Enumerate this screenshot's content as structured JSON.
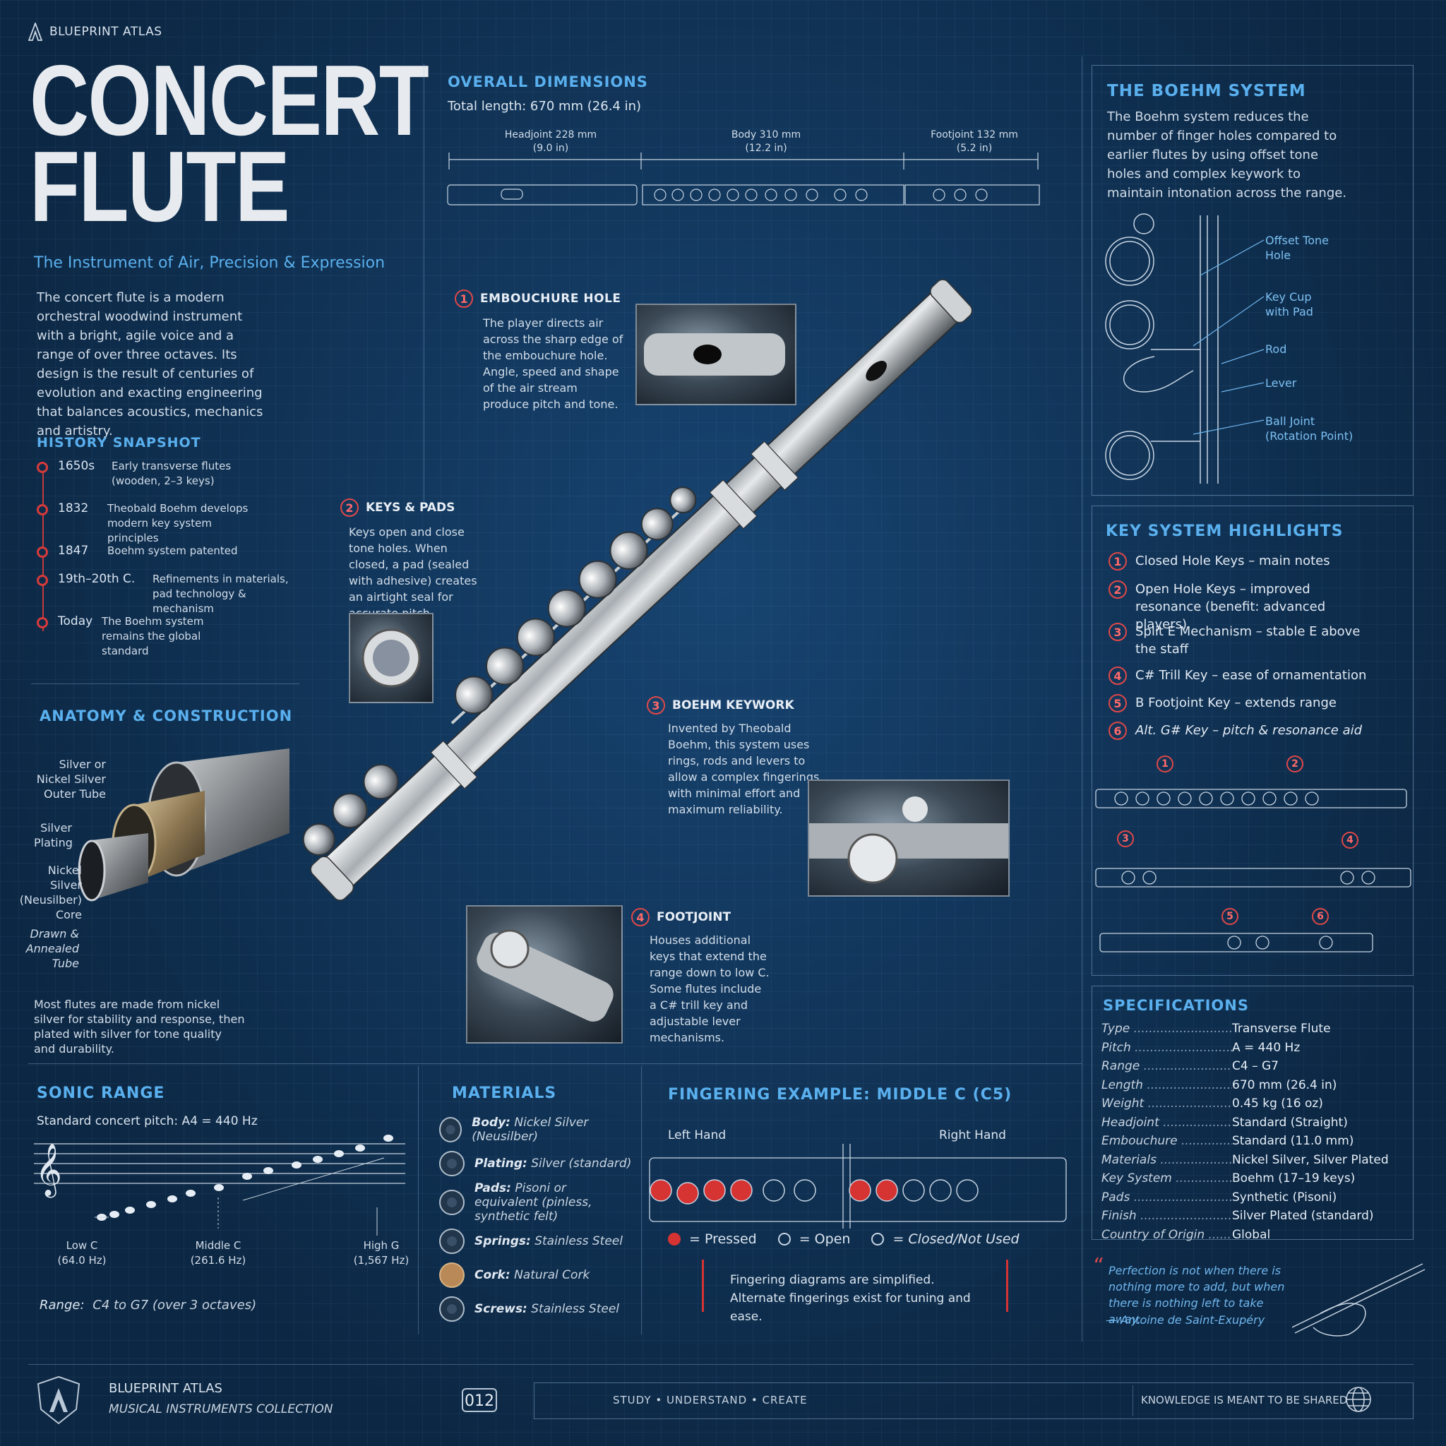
{
  "brand": "BLUEPRINT ATLAS",
  "title_line1": "CONCERT",
  "title_line2": "FLUTE",
  "subtitle": "The Instrument of Air, Precision & Expression",
  "intro": "The concert flute is a modern orchestral woodwind instrument with a bright, agile voice and a range of over three octaves. Its design is the result of centuries of evolution and exacting engineering that balances acoustics, mechanics and artistry.",
  "history": {
    "heading": "HISTORY SNAPSHOT",
    "items": [
      {
        "year": "1650s",
        "text": "Early transverse flutes (wooden, 2–3 keys)"
      },
      {
        "year": "1832",
        "text": "Theobald Boehm develops modern key system principles"
      },
      {
        "year": "1847",
        "text": "Boehm system patented"
      },
      {
        "year": "19th–20th C.",
        "text": "Refinements in materials, pad technology & mechanism"
      },
      {
        "year": "Today",
        "text": "The Boehm system remains the global standard"
      }
    ]
  },
  "anatomy": {
    "heading": "ANATOMY & CONSTRUCTION",
    "labels": [
      "Silver or Nickel Silver Outer Tube",
      "Silver Plating",
      "Nickel Silver (Neusilber) Core",
      "Drawn & Annealed Tube"
    ],
    "note": "Most flutes are made from nickel silver for stability and response, then plated with silver for tone quality and durability."
  },
  "dimensions": {
    "heading": "OVERALL DIMENSIONS",
    "total": "Total length: 670 mm (26.4 in)",
    "parts": [
      {
        "name": "Headjoint",
        "mm": "228 mm",
        "in": "(9.0 in)"
      },
      {
        "name": "Body",
        "mm": "310 mm",
        "in": "(12.2 in)"
      },
      {
        "name": "Footjoint",
        "mm": "132 mm",
        "in": "(5.2 in)"
      }
    ]
  },
  "callouts": [
    {
      "num": "1",
      "title": "EMBOUCHURE HOLE",
      "text": "The player directs air across the sharp edge of the embouchure hole. Angle, speed and shape of the air stream produce pitch and tone."
    },
    {
      "num": "2",
      "title": "KEYS & PADS",
      "text": "Keys open and close tone holes. When closed, a pad (sealed with adhesive) creates an airtight seal for accurate pitch."
    },
    {
      "num": "3",
      "title": "BOEHM KEYWORK",
      "text": "Invented by Theobald Boehm, this system uses rings, rods and levers to allow a complex fingerings with minimal effort and maximum reliability."
    },
    {
      "num": "4",
      "title": "FOOTJOINT",
      "text": "Houses additional keys that extend the range down to low C. Some flutes include a C# trill key and adjustable lever mechanisms."
    }
  ],
  "boehm": {
    "heading": "THE BOEHM SYSTEM",
    "text": "The Boehm system reduces the number of finger holes compared to earlier flutes by using offset tone holes and complex keywork to maintain intonation across the range.",
    "labels": [
      "Offset Tone Hole",
      "Key Cup with Pad",
      "Rod",
      "Lever",
      "Ball Joint (Rotation Point)"
    ]
  },
  "key_system": {
    "heading": "KEY SYSTEM HIGHLIGHTS",
    "items": [
      {
        "num": "1",
        "text": "Closed Hole Keys – main notes"
      },
      {
        "num": "2",
        "text": "Open Hole Keys – improved resonance (benefit: advanced players)"
      },
      {
        "num": "3",
        "text": "Split E Mechanism – stable E above the staff"
      },
      {
        "num": "4",
        "text": "C# Trill Key – ease of ornamentation"
      },
      {
        "num": "5",
        "text": "B Footjoint Key – extends range"
      },
      {
        "num": "6",
        "text": "Alt. G# Key – pitch & resonance aid"
      }
    ]
  },
  "specs": {
    "heading": "SPECIFICATIONS",
    "rows": [
      {
        "k": "Type",
        "v": "Transverse Flute"
      },
      {
        "k": "Pitch",
        "v": "A = 440 Hz"
      },
      {
        "k": "Range",
        "v": "C4 – G7"
      },
      {
        "k": "Length",
        "v": "670 mm (26.4 in)"
      },
      {
        "k": "Weight",
        "v": "0.45 kg (16 oz)"
      },
      {
        "k": "Headjoint",
        "v": "Standard (Straight)"
      },
      {
        "k": "Embouchure",
        "v": "Standard (11.0 mm)"
      },
      {
        "k": "Materials",
        "v": "Nickel Silver, Silver Plated"
      },
      {
        "k": "Key System",
        "v": "Boehm (17–19 keys)"
      },
      {
        "k": "Pads",
        "v": "Synthetic (Pisoni)"
      },
      {
        "k": "Finish",
        "v": "Silver Plated (standard)"
      },
      {
        "k": "Country of Origin",
        "v": "Global"
      }
    ]
  },
  "quote": {
    "text": "Perfection is not when there is nothing more to add, but when there is nothing left to take away.",
    "author": "— Antoine de Saint-Exupéry"
  },
  "sonic": {
    "heading": "SONIC RANGE",
    "pitch": "Standard concert pitch: A4 = 440 Hz",
    "low": {
      "name": "Low C",
      "hz": "(64.0 Hz)"
    },
    "mid": {
      "name": "Middle C",
      "hz": "(261.6 Hz)"
    },
    "high": {
      "name": "High G",
      "hz": "(1,567 Hz)"
    },
    "range_label": "Range:",
    "range_value": "C4 to G7 (over 3 octaves)"
  },
  "materials": {
    "heading": "MATERIALS",
    "items": [
      {
        "k": "Body:",
        "v": "Nickel Silver (Neusilber)"
      },
      {
        "k": "Plating:",
        "v": "Silver (standard)"
      },
      {
        "k": "Pads:",
        "v": "Pisoni or equivalent (pinless, synthetic felt)"
      },
      {
        "k": "Springs:",
        "v": "Stainless Steel"
      },
      {
        "k": "Cork:",
        "v": "Natural Cork"
      },
      {
        "k": "Screws:",
        "v": "Stainless Steel"
      }
    ]
  },
  "fingering": {
    "heading": "FINGERING EXAMPLE: MIDDLE C (C5)",
    "left": "Left Hand",
    "right": "Right Hand",
    "legend_pressed": "= Pressed",
    "legend_open": "= Open",
    "legend_closed": "= Closed/Not Used",
    "note": "Fingering diagrams are simplified. Alternate fingerings exist for tuning and ease."
  },
  "footer": {
    "brand": "BLUEPRINT ATLAS",
    "collection": "MUSICAL INSTRUMENTS COLLECTION",
    "number": "012",
    "tagline": "STUDY • UNDERSTAND • CREATE",
    "motto": "KNOWLEDGE IS MEANT TO BE SHARED"
  }
}
